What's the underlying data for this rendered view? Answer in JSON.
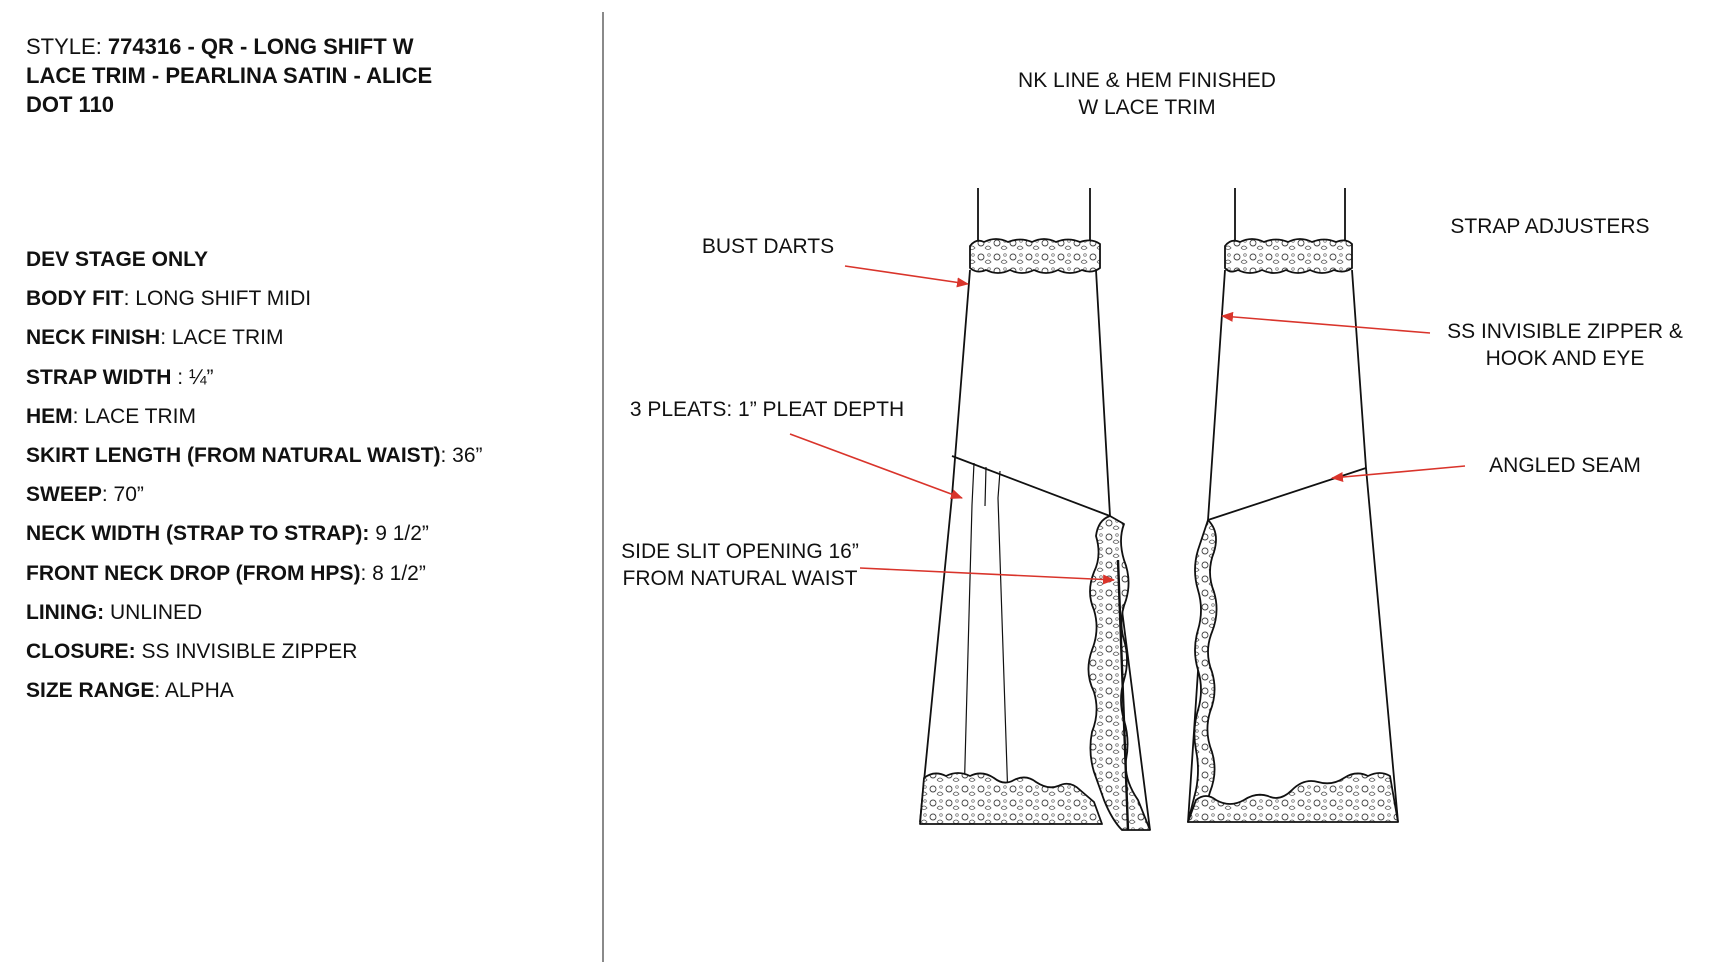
{
  "style": {
    "label": "STYLE: ",
    "value": "774316 - QR - LONG SHIFT W LACE TRIM - PEARLINA SATIN - ALICE DOT 110"
  },
  "specs": [
    {
      "key": "DEV STAGE ONLY",
      "value": ""
    },
    {
      "key": "BODY FIT",
      "value": ": LONG SHIFT MIDI"
    },
    {
      "key": "NECK FINISH",
      "value": ": LACE TRIM"
    },
    {
      "key": "STRAP WIDTH",
      "value": " : ¼”"
    },
    {
      "key": "HEM",
      "value": ": LACE TRIM"
    },
    {
      "key": "SKIRT LENGTH (FROM NATURAL WAIST)",
      "value": ": 36”"
    },
    {
      "key": "SWEEP",
      "value": ": 70”"
    },
    {
      "key": "NECK WIDTH (STRAP TO STRAP):",
      "value": " 9 1/2”"
    },
    {
      "key": "FRONT NECK DROP (FROM HPS)",
      "value": ": 8 1/2”"
    },
    {
      "key": "LINING:",
      "value": " UNLINED"
    },
    {
      "key": "CLOSURE:",
      "value": " SS INVISIBLE ZIPPER"
    },
    {
      "key": "SIZE RANGE",
      "value": ": ALPHA"
    }
  ],
  "callouts": {
    "nk_line_1": "NK LINE & HEM FINISHED",
    "nk_line_2": "W LACE TRIM",
    "bust_darts": "BUST DARTS",
    "strap_adjusters": "STRAP ADJUSTERS",
    "zipper_1": "SS INVISIBLE ZIPPER &",
    "zipper_2": "HOOK AND EYE",
    "pleats": "3 PLEATS: 1” PLEAT DEPTH",
    "angled_seam": "ANGLED SEAM",
    "slit_1": "SIDE SLIT OPENING 16”",
    "slit_2": "FROM NATURAL WAIST"
  },
  "colors": {
    "arrow": "#d9342b",
    "line": "#111111",
    "divider": "#8a8a8a"
  }
}
